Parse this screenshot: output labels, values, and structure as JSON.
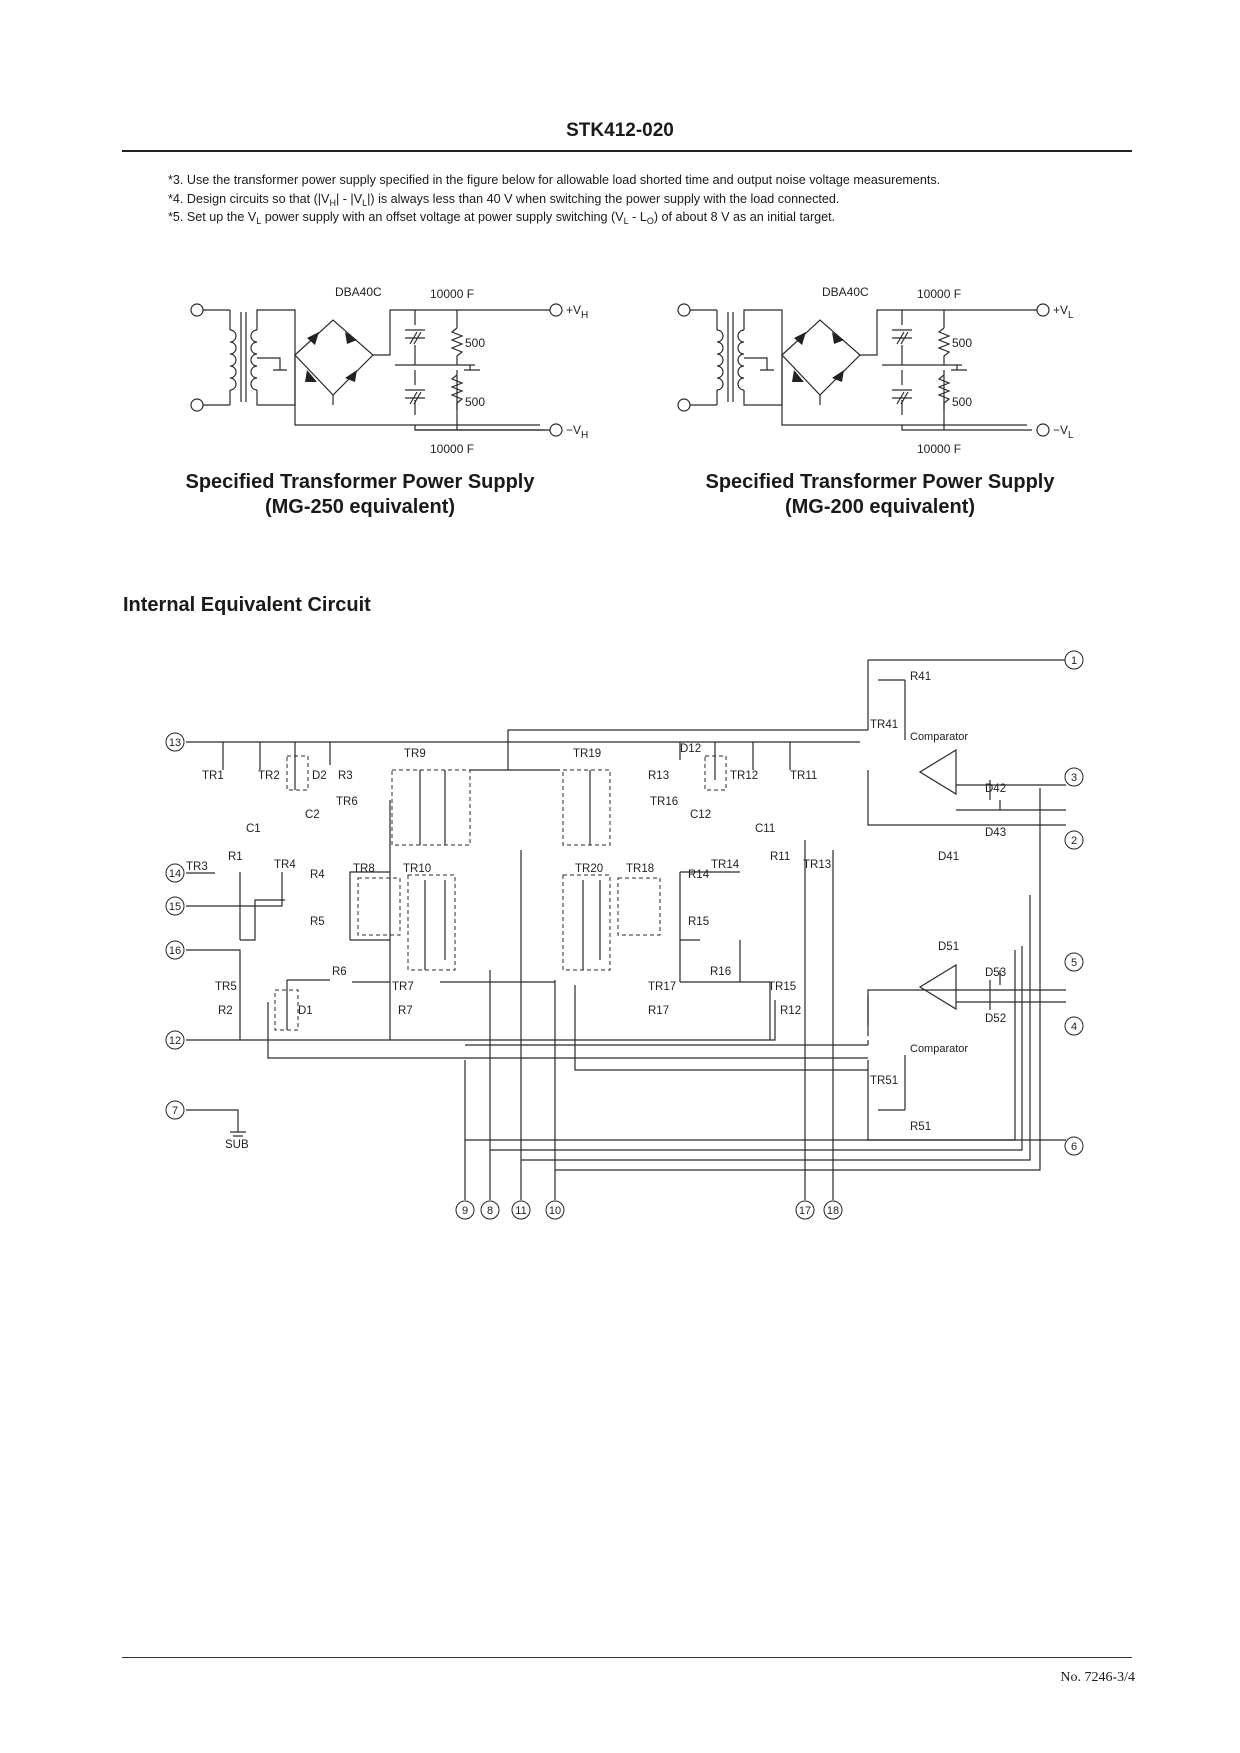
{
  "header": {
    "title": "STK412-020"
  },
  "notes": {
    "n3": "*3. Use the transformer power supply specified in the figure below for allowable load shorted time and output noise voltage measurements.",
    "n4_a": "*4. Design circuits so that (|V",
    "n4_s1": "H",
    "n4_b": "| - |V",
    "n4_s2": "L",
    "n4_c": "|) is always less than 40 V when switching the power supply with the load connected.",
    "n5_a": "*5. Set up the V",
    "n5_s1": "L",
    "n5_b": " power supply with an offset voltage at power supply switching (V",
    "n5_s2": "L",
    "n5_c": " - L",
    "n5_s3": "O",
    "n5_d": ") of about 8 V as an initial target."
  },
  "power_supplies": [
    {
      "bridge": "DBA40C",
      "cap_top": "10000 F",
      "cap_bot": "10000 F",
      "res_top": "500",
      "res_bot": "500",
      "v_pos": "+V",
      "v_pos_sub": "H",
      "v_neg": "−V",
      "v_neg_sub": "H",
      "caption1": "Specified Transformer Power Supply",
      "caption2": "(MG-250 equivalent)"
    },
    {
      "bridge": "DBA40C",
      "cap_top": "10000 F",
      "cap_bot": "10000 F",
      "res_top": "500",
      "res_bot": "500",
      "v_pos": "+V",
      "v_pos_sub": "L",
      "v_neg": "−V",
      "v_neg_sub": "L",
      "caption1": "Specified Transformer Power Supply",
      "caption2": "(MG-200 equivalent)"
    }
  ],
  "section": {
    "title": "Internal Equivalent Circuit"
  },
  "circuit": {
    "pins": [
      "1",
      "2",
      "3",
      "4",
      "5",
      "6",
      "7",
      "8",
      "9",
      "10",
      "11",
      "12",
      "13",
      "14",
      "15",
      "16",
      "17",
      "18"
    ],
    "labels": {
      "tr1": "TR1",
      "tr2": "TR2",
      "tr3": "TR3",
      "tr4": "TR4",
      "tr5": "TR5",
      "tr6": "TR6",
      "tr7": "TR7",
      "tr8": "TR8",
      "tr9": "TR9",
      "tr10": "TR10",
      "tr11": "TR11",
      "tr12": "TR12",
      "tr13": "TR13",
      "tr14": "TR14",
      "tr15": "TR15",
      "tr16": "TR16",
      "tr17": "TR17",
      "tr18": "TR18",
      "tr19": "TR19",
      "tr20": "TR20",
      "tr41": "TR41",
      "tr51": "TR51",
      "r1": "R1",
      "r2": "R2",
      "r3": "R3",
      "r4": "R4",
      "r5": "R5",
      "r6": "R6",
      "r7": "R7",
      "r11": "R11",
      "r12": "R12",
      "r13": "R13",
      "r14": "R14",
      "r15": "R15",
      "r16": "R16",
      "r17": "R17",
      "r41": "R41",
      "r51": "R51",
      "c1": "C1",
      "c2": "C2",
      "c11": "C11",
      "c12": "C12",
      "d1": "D1",
      "d2": "D2",
      "d12": "D12",
      "d41": "D41",
      "d42": "D42",
      "d43": "D43",
      "d51": "D51",
      "d52": "D52",
      "d53": "D53",
      "comp1": "Comparator",
      "comp2": "Comparator",
      "sub": "SUB"
    }
  },
  "footer": {
    "page": "No. 7246-3/4"
  }
}
